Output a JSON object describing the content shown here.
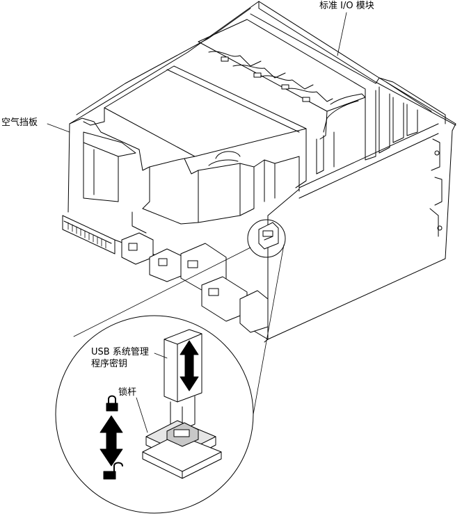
{
  "callouts": {
    "standard_io_module": "标准 I/O 模块",
    "air_baffle": "空气挡板",
    "usb_key_line1": "USB 系统管理",
    "usb_key_line2": "程序密钥",
    "release_latch": "锁杆"
  },
  "icons": [
    "lock-closed-icon",
    "lock-open-icon",
    "up-down-arrow-icon"
  ],
  "colors": {
    "line": "#000000",
    "fill_light": "#e6e6e6",
    "fill_shade": "#c8c8c8",
    "background": "#ffffff"
  }
}
